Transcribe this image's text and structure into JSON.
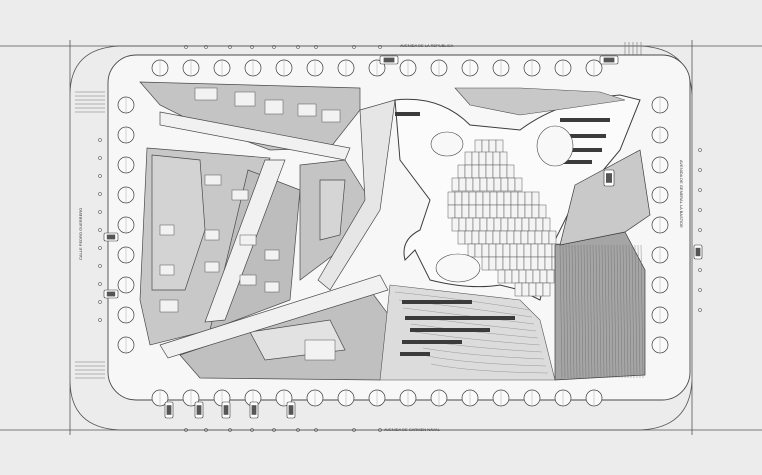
{
  "plan": {
    "streets": {
      "north": "AVENIDA DE LA REPUBLICA",
      "south": "AVENIDA DE CARMEN NAVAL",
      "west": "CALLE PEDRO GUERRERO",
      "east": "AVENIDA DE GENERAL LA BASTIDE"
    },
    "colors": {
      "background": "#ececec",
      "block": "#f7f7f7",
      "gray_zone": "#bdbdbd",
      "dark_zone": "#9a9a9a",
      "line": "#4a4a4a"
    },
    "icons": [
      "tree-icon",
      "car-icon",
      "grid-marker-icon"
    ]
  }
}
